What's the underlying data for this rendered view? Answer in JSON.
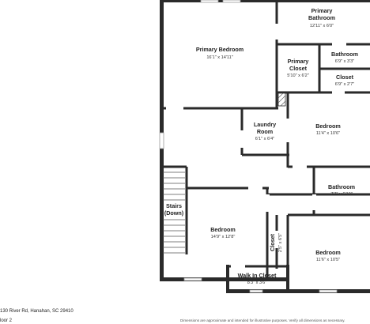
{
  "rooms": {
    "primary_bedroom": {
      "name": "Primary Bedroom",
      "dims": "16'1\" x 14'11\""
    },
    "primary_bathroom": {
      "name_line1": "Primary",
      "name_line2": "Bathroom",
      "dims": "12'11\" x 6'0\""
    },
    "primary_closet": {
      "name_line1": "Primary",
      "name_line2": "Closet",
      "dims": "5'10\" x 6'2\""
    },
    "bathroom_upper": {
      "name": "Bathroom",
      "dims": "6'9\" x 3'3\""
    },
    "closet_upper": {
      "name": "Closet",
      "dims": "6'9\" x 2'7\""
    },
    "laundry_room": {
      "name_line1": "Laundry",
      "name_line2": "Room",
      "dims": "6'1\" x 6'4\""
    },
    "bedroom_right_upper": {
      "name": "Bedroom",
      "dims": "11'4\" x 10'6\""
    },
    "bathroom_right": {
      "name": "Bathroom",
      "dims": "7'7\" x 6'10\""
    },
    "stairs": {
      "name_line1": "Stairs",
      "name_line2": "(Down)"
    },
    "bedroom_left": {
      "name": "Bedroom",
      "dims": "14'9\" x 12'8\""
    },
    "closet_small": {
      "name": "Closet",
      "dims": "2'5\" x 6'5\""
    },
    "bedroom_right_lower": {
      "name": "Bedroom",
      "dims": "11'6\" x 10'5\""
    },
    "walk_in_closet": {
      "name": "Walk In Closet",
      "dims": "8'3\" x 3'6\""
    }
  },
  "footer": {
    "address": "130 River Rd, Hanahan, SC 29410",
    "floor": "loor 2",
    "disclaimer": "Dimensions are approximate and intended for illustrative purposes. Verify all dimensions as necessary."
  }
}
